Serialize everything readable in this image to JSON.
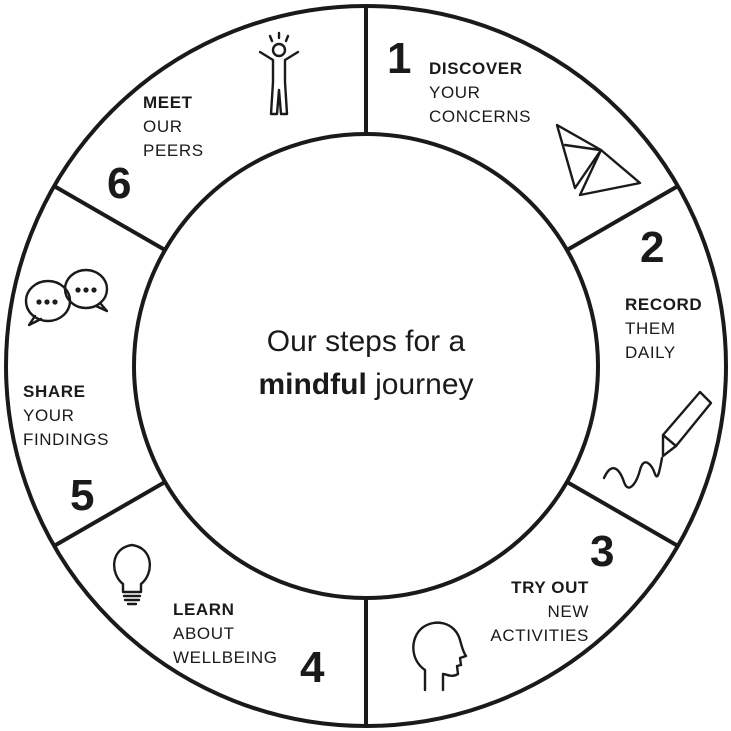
{
  "center": {
    "line1": "Our steps for a",
    "line2_bold": "mindful",
    "line2_rest": "journey"
  },
  "steps": [
    {
      "number": "1",
      "title": "DISCOVER",
      "line2": "YOUR",
      "line3": "CONCERNS",
      "icon": "paper-airplane-icon"
    },
    {
      "number": "2",
      "title": "RECORD",
      "line2": "THEM",
      "line3": "DAILY",
      "icon": "pencil-icon"
    },
    {
      "number": "3",
      "title": "TRY OUT",
      "line2": "NEW",
      "line3": "ACTIVITIES",
      "icon": "head-profile-icon"
    },
    {
      "number": "4",
      "title": "LEARN",
      "line2": "ABOUT",
      "line3": "WELLBEING",
      "icon": "lightbulb-icon"
    },
    {
      "number": "5",
      "title": "SHARE",
      "line2": "YOUR",
      "line3": "FINDINGS",
      "icon": "speech-bubbles-icon"
    },
    {
      "number": "6",
      "title": "MEET",
      "line2": "OUR",
      "line3": "PEERS",
      "icon": "person-icon"
    }
  ],
  "colors": {
    "ink": "#1a1a1a",
    "background": "#ffffff"
  }
}
